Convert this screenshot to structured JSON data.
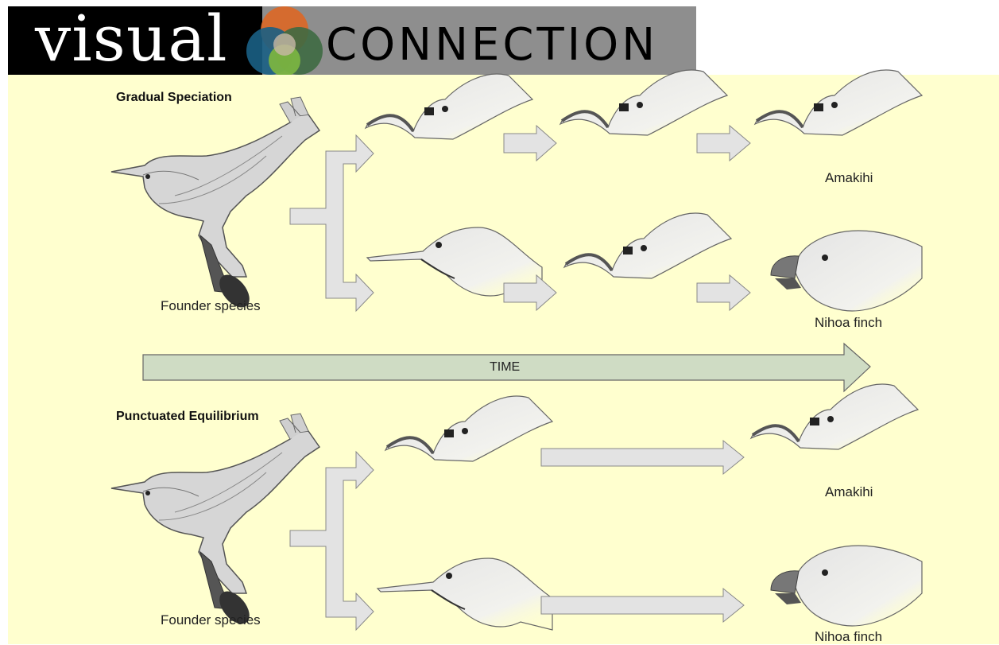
{
  "banner": {
    "word_visual": "visual",
    "word_connection": "CONNECTION",
    "logo_colors": [
      "#d9692a",
      "#1a5f84",
      "#7ab341",
      "#3e6a42"
    ]
  },
  "colors": {
    "panel_background": "#ffffcf",
    "arrow_fill": "#e3e3e3",
    "time_arrow_fill": "#cfdcc4",
    "bird_fill": "#d6d6d6"
  },
  "gradual": {
    "title": "Gradual Speciation",
    "founder_label": "Founder species",
    "amakihi_label": "Amakihi",
    "nihoa_label": "Nihoa finch"
  },
  "time_arrow": {
    "label": "TIME"
  },
  "punctuated": {
    "title": "Punctuated Equilibrium",
    "founder_label": "Founder species",
    "amakihi_label": "Amakihi",
    "nihoa_label": "Nihoa finch"
  }
}
